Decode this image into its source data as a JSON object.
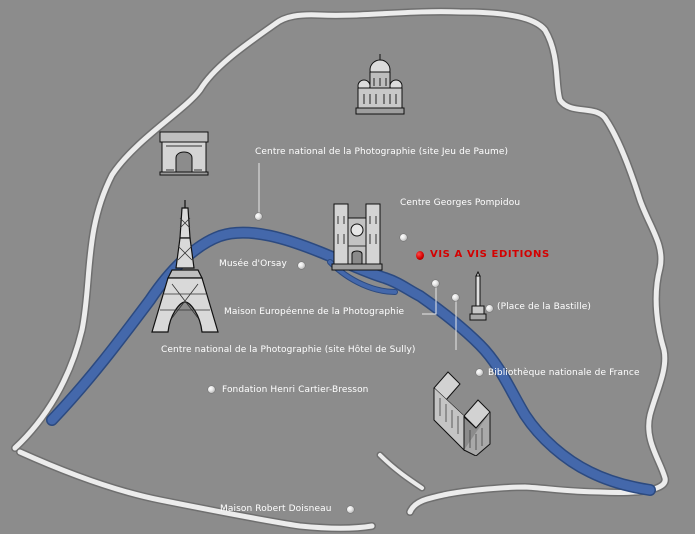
{
  "map": {
    "colors": {
      "background": "#8c8c8c",
      "boundary": "#eeeeee",
      "river": "#3a5fa0",
      "label": "#ffffff",
      "highlight": "#d40000"
    },
    "labels": {
      "jeu_de_paume": "Centre national de la Photographie (site Jeu de Paume)",
      "pompidou": "Centre Georges Pompidou",
      "vis_a_vis": "VIS A VIS EDITIONS",
      "orsay": "Musée d'Orsay",
      "mep": "Maison Européenne de la Photographie",
      "bastille": "(Place de la Bastille)",
      "hotel_de_sully": "Centre national de la Photographie (site Hôtel de Sully)",
      "bnf": "Bibliothèque nationale de France",
      "cartier_bresson": "Fondation Henri Cartier-Bresson",
      "doisneau": "Maison Robert Doisneau"
    },
    "landmarks": [
      "sacre-coeur-icon",
      "arc-de-triomphe-icon",
      "eiffel-tower-icon",
      "notre-dame-icon",
      "bastille-column-icon",
      "bibliotheque-nationale-icon"
    ]
  }
}
